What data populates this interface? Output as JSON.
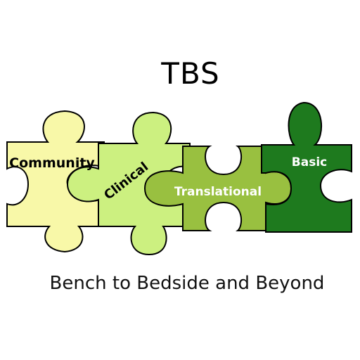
{
  "logo": {
    "title": "TBS",
    "tagline": "Bench to Bedside and Beyond"
  },
  "pieces": [
    {
      "label": "Community",
      "fill": "#F8F8A8",
      "text_color": "#000000"
    },
    {
      "label": "Clinical",
      "fill": "#CCF080",
      "text_color": "#000000"
    },
    {
      "label": "Translational",
      "fill": "#99C040",
      "text_color": "#FFFFFF"
    },
    {
      "label": "Basic",
      "fill": "#1E7A1E",
      "text_color": "#FFFFFF"
    }
  ]
}
